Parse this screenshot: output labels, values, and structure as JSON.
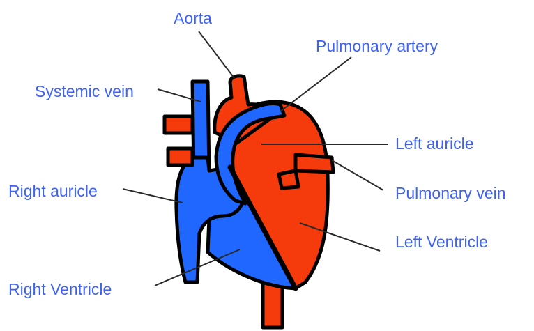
{
  "labels": {
    "aorta": "Aorta",
    "pulmonary_artery": "Pulmonary artery",
    "systemic_vein": "Systemic vein",
    "left_auricle": "Left auricle",
    "right_auricle": "Right auricle",
    "pulmonary_vein": "Pulmonary vein",
    "left_ventricle": "Left Ventricle",
    "right_ventricle": "Right Ventricle"
  },
  "colors": {
    "label_text": "#3f62f2",
    "blood_oxygenated": "#f53b0b",
    "blood_deoxygenated": "#1f67ff",
    "outline": "#000000",
    "leader_line": "#2a2a2a"
  }
}
